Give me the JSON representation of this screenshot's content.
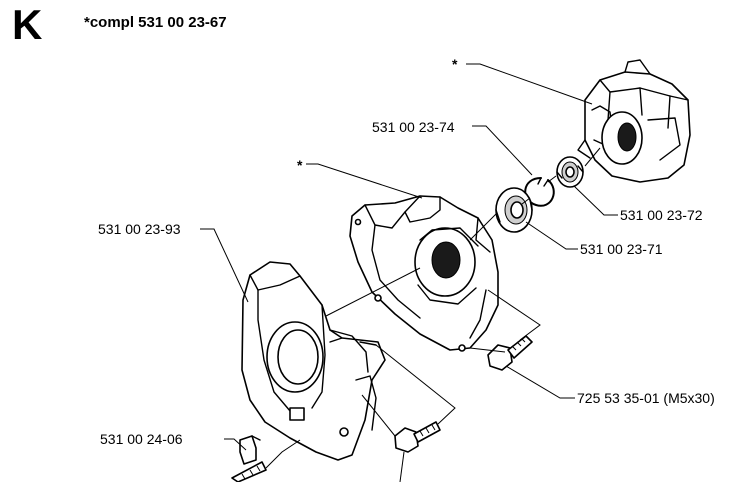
{
  "header": {
    "section_letter": "K",
    "set_label": "*compl 531 00 23-67"
  },
  "callouts": {
    "crankcase_half_star": "*",
    "flywheel_side_star": "*",
    "circlip": "531 00 23-74",
    "bearing_small": "531 00 23-72",
    "bearing_large": "531 00 23-71",
    "fan_housing": "531 00 23-93",
    "screw": "725 53 35-01 (M5x30)",
    "clip": "531 00 24-06"
  }
}
